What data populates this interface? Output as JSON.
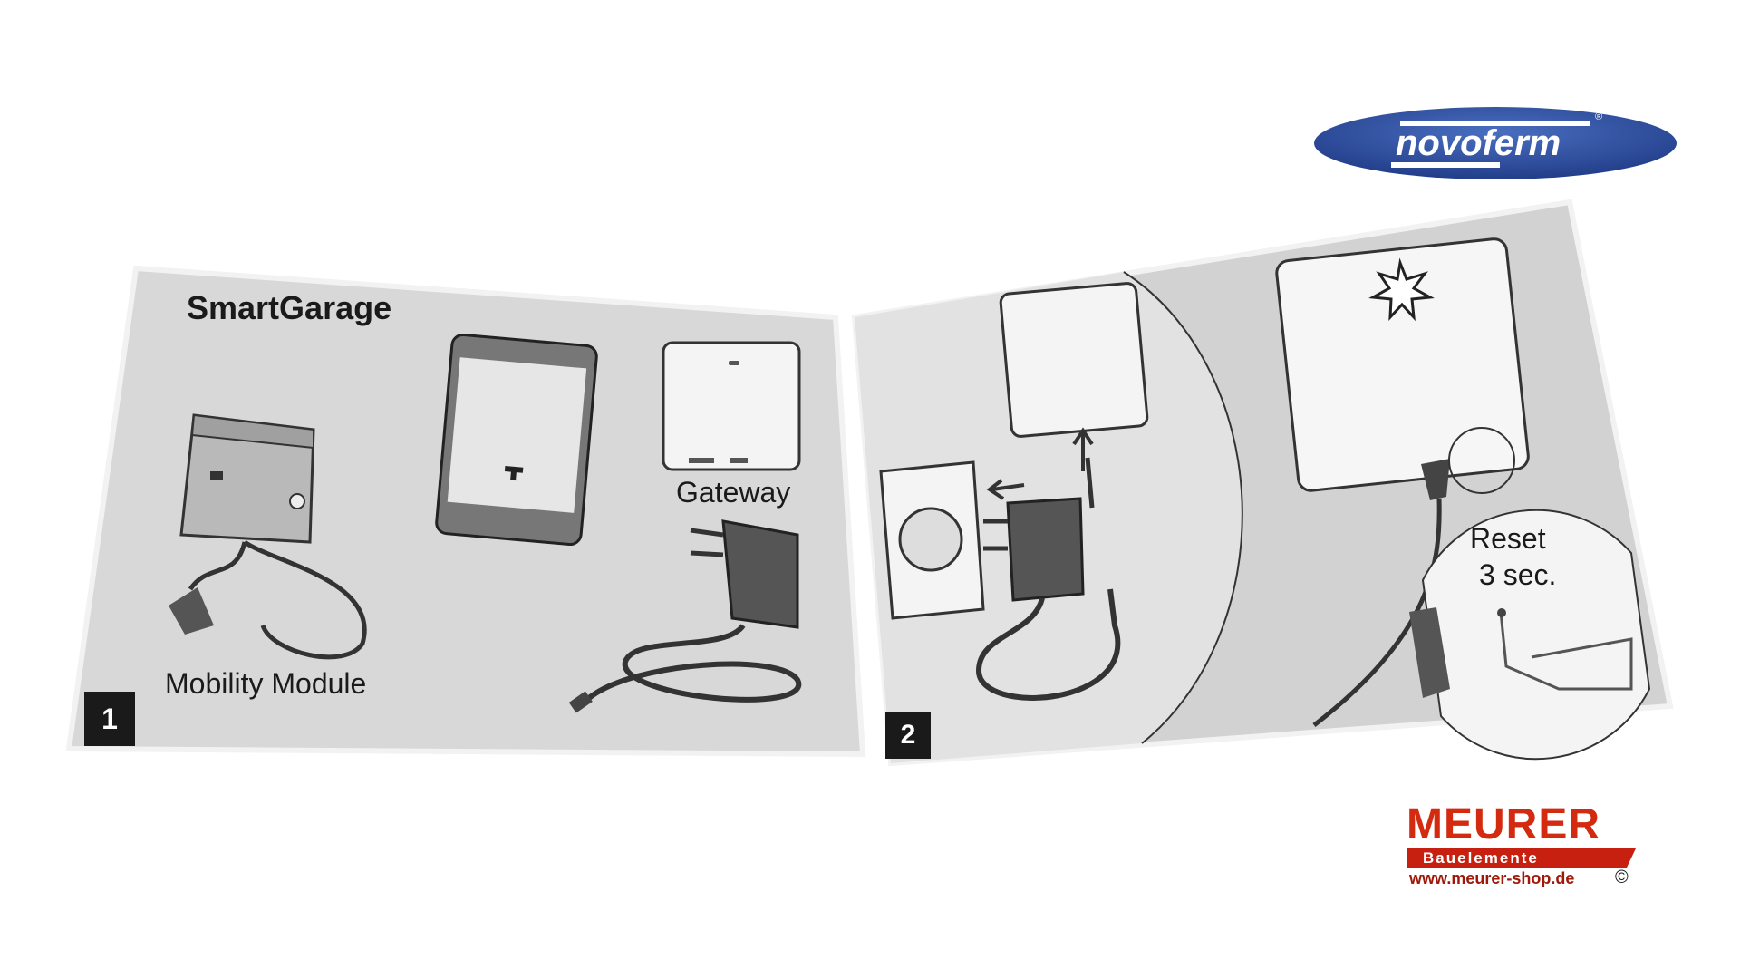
{
  "brand_logo": {
    "text": "novoferm",
    "registered": "®",
    "color": "#2d4f9e"
  },
  "panel1": {
    "step": "1",
    "title": "SmartGarage",
    "mobility_label": "Mobility Module",
    "gateway_label": "Gateway"
  },
  "panel2": {
    "step": "2",
    "reset_label": "Reset",
    "reset_duration": "3 sec."
  },
  "dealer_logo": {
    "name": "MEURER",
    "subtitle": "Bauelemente",
    "url": "www.meurer-shop.de",
    "copyright": "©",
    "color": "#d42a10"
  }
}
